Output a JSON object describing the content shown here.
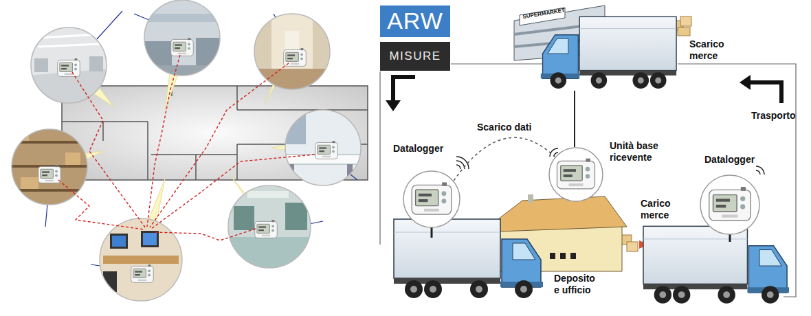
{
  "diagram": {
    "nodes": [
      {
        "text": [
          "ARW"
        ]
      },
      {
        "text": [
          "MISURE"
        ]
      },
      {
        "text": [
          "Datalogger"
        ]
      },
      {
        "text": [
          "Unità base ricevente"
        ]
      },
      {
        "text": [
          "Datalogger"
        ]
      }
    ],
    "edges": [
      {
        "from": 2,
        "to": 3,
        "label": "Scarico dati",
        "arrow": "none"
      }
    ],
    "labels": [
      "SUPERMARKET",
      "Scarico merce",
      "Trasporto",
      "Deposito e ufficio",
      "Carico merce"
    ]
  }
}
